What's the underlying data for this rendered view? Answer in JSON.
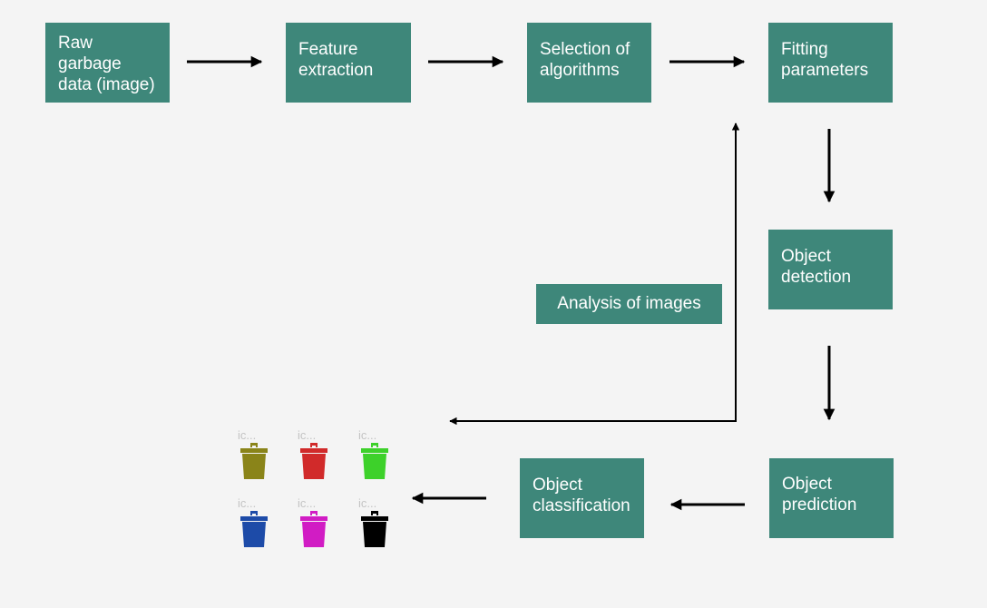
{
  "steps": {
    "raw_data": "Raw\ngarbage\ndata (image)",
    "feature_extraction": "Feature\nextraction",
    "selection": "Selection of\nalgorithms",
    "fitting": "Fitting\nparameters",
    "detection": "Object\ndetection",
    "prediction": "Object\nprediction",
    "classification": "Object\nclassification"
  },
  "analysis_label": "Analysis of images",
  "bins": [
    {
      "caption": "ic...",
      "color": "#8a8419",
      "icon": "trash-bin-icon"
    },
    {
      "caption": "ic...",
      "color": "#d12a2a",
      "icon": "trash-bin-icon"
    },
    {
      "caption": "ic...",
      "color": "#3dd12a",
      "icon": "trash-bin-icon"
    },
    {
      "caption": "ic...",
      "color": "#1d4ba8",
      "icon": "trash-bin-icon"
    },
    {
      "caption": "ic...",
      "color": "#d11cc4",
      "icon": "trash-bin-icon"
    },
    {
      "caption": "ic...",
      "color": "#000000",
      "icon": "trash-bin-icon"
    }
  ],
  "colors": {
    "box": "#3e877a",
    "box_text": "#ffffff",
    "background": "#f4f4f4",
    "arrow": "#000000"
  }
}
